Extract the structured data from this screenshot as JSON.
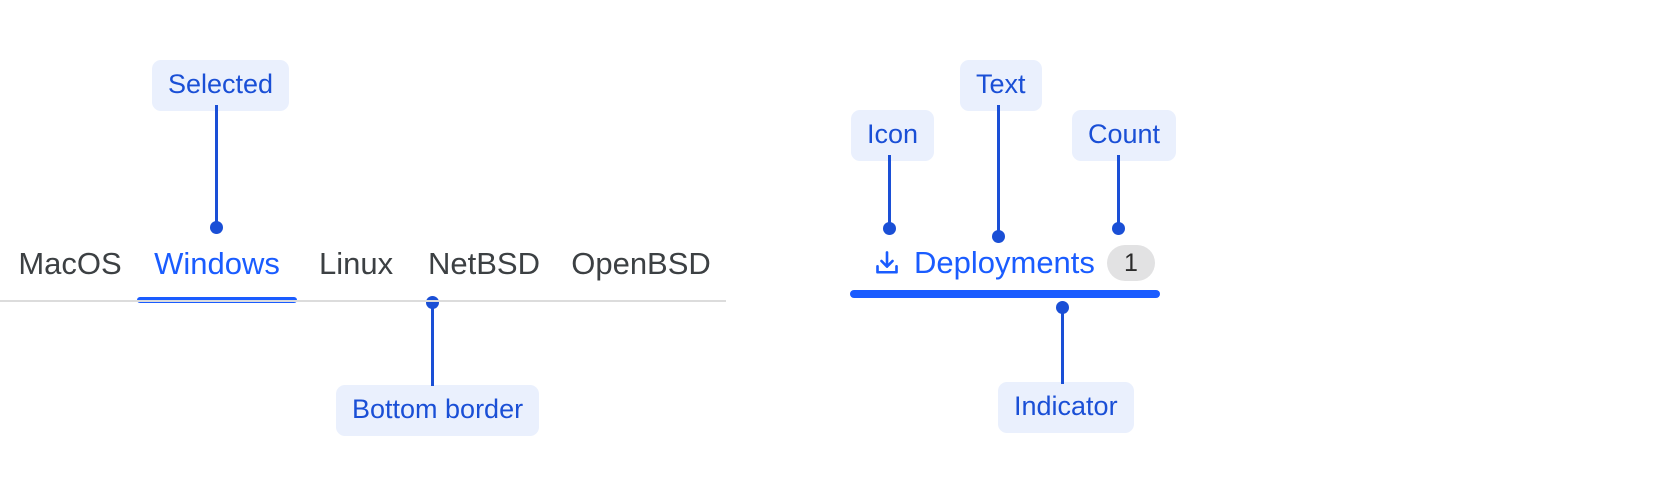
{
  "annotations": {
    "selected": "Selected",
    "bottom_border": "Bottom border",
    "icon": "Icon",
    "text": "Text",
    "count": "Count",
    "indicator": "Indicator"
  },
  "left_tabs": {
    "items": [
      {
        "label": "MacOS",
        "selected": false
      },
      {
        "label": "Windows",
        "selected": true
      },
      {
        "label": "Linux",
        "selected": false
      },
      {
        "label": "NetBSD",
        "selected": false
      },
      {
        "label": "OpenBSD",
        "selected": false
      }
    ]
  },
  "right_tab": {
    "icon": "download-icon",
    "label": "Deployments",
    "count": "1"
  },
  "colors": {
    "accent_blue": "#1a5cff",
    "annotation_blue": "#1a4fd6",
    "callout_bg": "#eaf0fd",
    "badge_bg": "#e2e2e3",
    "inactive_text": "#3c4043",
    "divider": "#dcdcdc"
  }
}
